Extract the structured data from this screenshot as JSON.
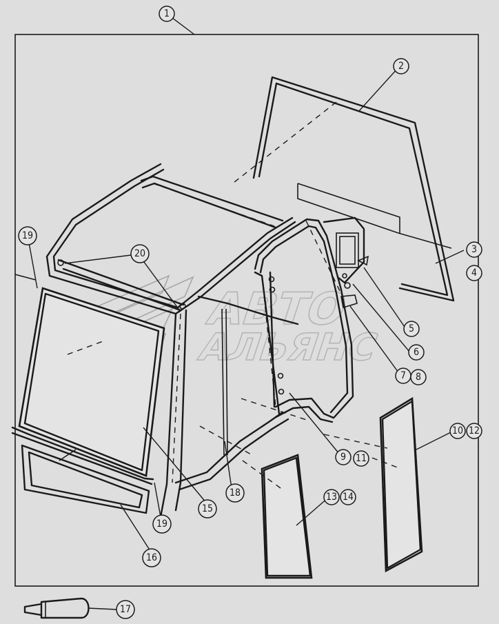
{
  "watermark": {
    "line1": "АВТО",
    "line2": "АЛЬЯНС"
  },
  "callouts": {
    "c1": "1",
    "c2": "2",
    "c3": "3",
    "c4": "4",
    "c5": "5",
    "c6": "6",
    "c7": "7",
    "c8": "8",
    "c9": "9",
    "c10": "10",
    "c11": "11",
    "c12": "12",
    "c13": "13",
    "c14": "14",
    "c15": "15",
    "c16": "16",
    "c17": "17",
    "c18": "18",
    "c19a": "19",
    "c19b": "19",
    "c20": "20"
  }
}
